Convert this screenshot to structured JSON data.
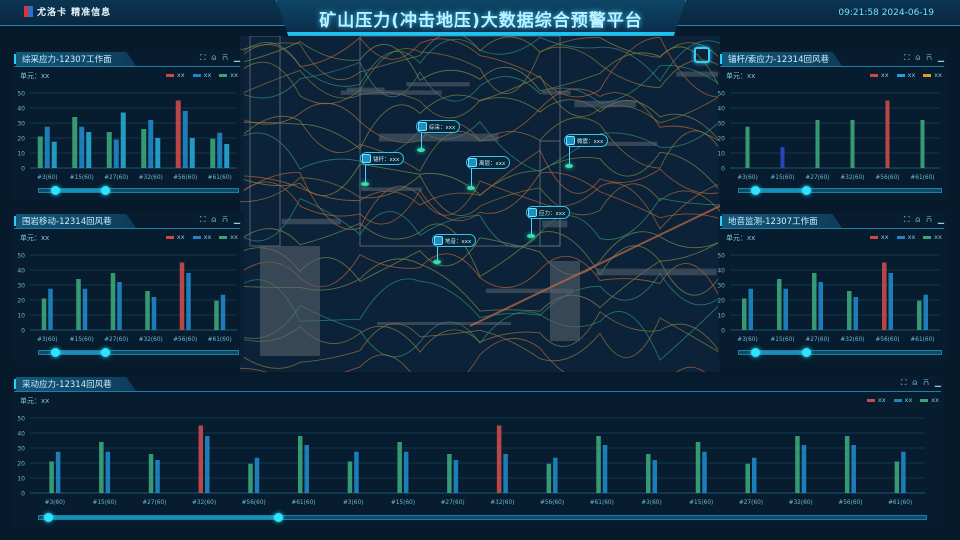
{
  "header": {
    "logo_text": "尤洛卡 精准信息",
    "title": "矿山压力(冲击地压)大数据综合预警平台",
    "clock": "09:21:58 2024-06-19"
  },
  "colors": {
    "accent": "#2fe3ff",
    "red": "#c94a4a",
    "blue": "#1f86c6",
    "cyan": "#25a6cf",
    "green": "#3aa57a",
    "dark_blue": "#2a48c4",
    "yellow": "#d9a21d"
  },
  "icons": [
    "expand-icon",
    "helmet-icon",
    "trend-icon",
    "minimize-icon"
  ],
  "panel_icons": [
    "⛶",
    "⍝",
    "⩃",
    "▁"
  ],
  "map": {
    "markers": [
      {
        "label": "综采：xxx",
        "icon": "building-icon"
      },
      {
        "label": "锚杆：xxx",
        "icon": "anchor-icon"
      },
      {
        "label": "离层：xxx",
        "icon": "layer-icon"
      },
      {
        "label": "微震：xxx",
        "icon": "sensor-icon"
      },
      {
        "label": "应力：xxx",
        "icon": "stress-icon"
      },
      {
        "label": "地音：xxx",
        "icon": "sound-icon"
      }
    ]
  },
  "chart_data": [
    {
      "type": "bar",
      "title": "综采应力-12307工作面",
      "unit": "单元：xx",
      "legend": [
        {
          "label": "xx",
          "color": "#c94a4a"
        },
        {
          "label": "xx",
          "color": "#1f86c6"
        },
        {
          "label": "xx",
          "color": "#3aa57a"
        }
      ],
      "categories": [
        "#3(60)",
        "#15(60)",
        "#27(60)",
        "#32(60)",
        "#56(60)",
        "#61(60)"
      ],
      "yticks": [
        0,
        10,
        20,
        30,
        40,
        50
      ],
      "ylim": [
        0,
        50
      ],
      "series": [
        {
          "color": "#3aa57a",
          "values": [
            21,
            34,
            24,
            26,
            45,
            19.5
          ],
          "point_colors": {
            "4": "#c94a4a"
          }
        },
        {
          "color": "#1f86c6",
          "values": [
            27.5,
            27.5,
            19,
            32,
            38,
            23.5
          ]
        },
        {
          "color": "#25a6cf",
          "values": [
            17.5,
            24,
            37,
            20,
            20,
            16
          ]
        }
      ],
      "zoom_range": [
        8,
        33
      ]
    },
    {
      "type": "bar",
      "title": "锚杆/索应力-12314回风巷",
      "unit": "单元：xx",
      "legend": [
        {
          "label": "xx",
          "color": "#c94a4a"
        },
        {
          "label": "xx",
          "color": "#17a3d6"
        },
        {
          "label": "xx",
          "color": "#d9a21d"
        }
      ],
      "categories": [
        "#3(60)",
        "#15(60)",
        "#27(60)",
        "#32(60)",
        "#56(60)",
        "#61(60)"
      ],
      "yticks": [
        0,
        10,
        20,
        30,
        40,
        50
      ],
      "ylim": [
        0,
        50
      ],
      "series": [
        {
          "color": "#3aa57a",
          "values": [
            27.5,
            14,
            32,
            32,
            45,
            32
          ],
          "point_colors": {
            "1": "#2a48c4",
            "4": "#c94a4a"
          }
        }
      ],
      "zoom_range": [
        8,
        33
      ]
    },
    {
      "type": "bar",
      "title": "围岩移动-12314回风巷",
      "unit": "单元：xx",
      "legend": [
        {
          "label": "xx",
          "color": "#c94a4a"
        },
        {
          "label": "xx",
          "color": "#1f86c6"
        },
        {
          "label": "xx",
          "color": "#3aa57a"
        }
      ],
      "categories": [
        "#3(60)",
        "#15(60)",
        "#27(60)",
        "#32(60)",
        "#56(60)",
        "#61(60)"
      ],
      "yticks": [
        0,
        10,
        20,
        30,
        40,
        50
      ],
      "ylim": [
        0,
        50
      ],
      "series": [
        {
          "color": "#3aa57a",
          "values": [
            21,
            34,
            38,
            26,
            45,
            19.5
          ],
          "point_colors": {
            "4": "#c94a4a"
          }
        },
        {
          "color": "#1f86c6",
          "values": [
            27.5,
            27.5,
            32,
            22,
            38,
            23.5
          ]
        }
      ],
      "zoom_range": [
        8,
        33
      ]
    },
    {
      "type": "bar",
      "title": "地音监测-12307工作面",
      "unit": "单元：xx",
      "legend": [
        {
          "label": "xx",
          "color": "#c94a4a"
        },
        {
          "label": "xx",
          "color": "#1f86c6"
        },
        {
          "label": "xx",
          "color": "#3aa57a"
        }
      ],
      "categories": [
        "#3(60)",
        "#15(60)",
        "#27(60)",
        "#32(60)",
        "#56(60)",
        "#61(60)"
      ],
      "yticks": [
        0,
        10,
        20,
        30,
        40,
        50
      ],
      "ylim": [
        0,
        50
      ],
      "series": [
        {
          "color": "#3aa57a",
          "values": [
            21,
            34,
            38,
            26,
            45,
            19.5
          ],
          "point_colors": {
            "4": "#c94a4a"
          }
        },
        {
          "color": "#1f86c6",
          "values": [
            27.5,
            27.5,
            32,
            22,
            38,
            23.5
          ]
        }
      ],
      "zoom_range": [
        8,
        33
      ]
    },
    {
      "type": "bar",
      "title": "采动应力-12314回风巷",
      "unit": "单元：xx",
      "legend": [
        {
          "label": "xx",
          "color": "#c94a4a"
        },
        {
          "label": "xx",
          "color": "#1f86c6"
        },
        {
          "label": "xx",
          "color": "#3aa57a"
        }
      ],
      "categories": [
        "#3(60)",
        "#15(60)",
        "#27(60)",
        "#32(60)",
        "#56(60)",
        "#61(60)",
        "#3(60)",
        "#15(60)",
        "#27(60)",
        "#32(60)",
        "#56(60)",
        "#61(60)",
        "#3(60)",
        "#15(60)",
        "#27(60)",
        "#32(60)",
        "#56(60)",
        "#61(60)"
      ],
      "yticks": [
        0,
        10,
        20,
        30,
        40,
        50
      ],
      "ylim": [
        0,
        50
      ],
      "series": [
        {
          "color": "#3aa57a",
          "values": [
            21,
            34,
            26,
            45,
            19.5,
            38,
            21,
            34,
            26,
            45,
            19.5,
            38,
            26,
            34,
            19.5,
            38,
            38,
            21
          ],
          "point_colors": {
            "3": "#c94a4a",
            "9": "#c94a4a"
          }
        },
        {
          "color": "#1f86c6",
          "values": [
            27.5,
            27.5,
            22,
            38,
            23.5,
            32,
            27.5,
            27.5,
            22,
            26,
            23.5,
            32,
            22,
            27.5,
            23.5,
            32,
            32,
            27.5
          ]
        }
      ],
      "zoom_range": [
        1,
        27
      ]
    }
  ]
}
